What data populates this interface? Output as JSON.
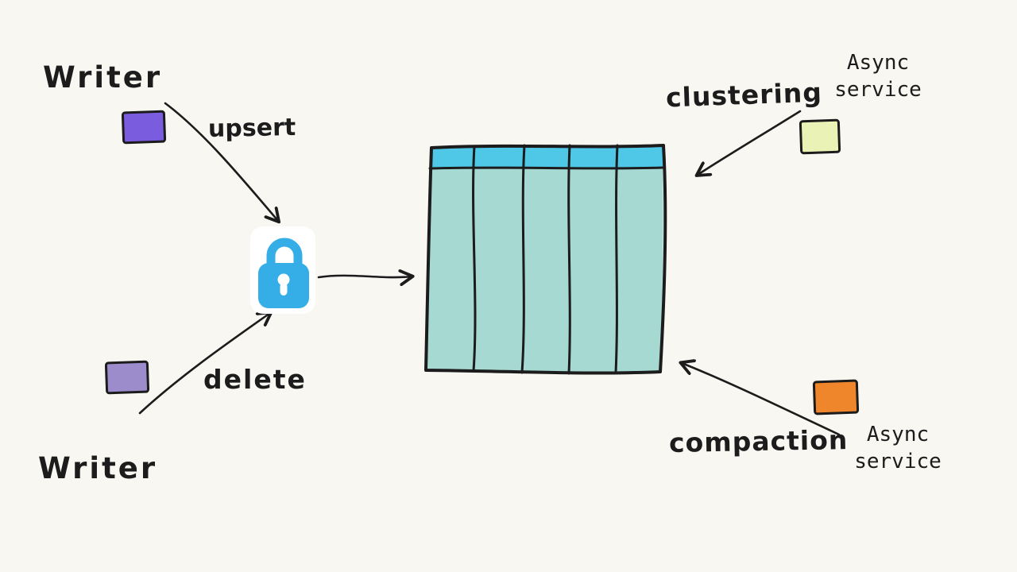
{
  "labels": {
    "writer_top": "Writer",
    "writer_bottom": "Writer",
    "upsert": "upsert",
    "delete": "delete",
    "clustering": "clustering",
    "compaction": "compaction",
    "async_top_line1": "Async",
    "async_top_line2": "service",
    "async_bottom_line1": "Async",
    "async_bottom_line2": "service"
  },
  "icons": {
    "lock": "lock-icon"
  },
  "colors": {
    "background": "#f8f7f2",
    "ink": "#1c1c1c",
    "lock_blue": "#35aee8",
    "table_header": "#4fc8e8",
    "table_body": "#a7d9d3",
    "writer_square_top": "#7a5cde",
    "writer_square_bottom": "#9c8ccc",
    "clustering_square": "#eaf2b5",
    "compaction_square": "#f0862b"
  }
}
